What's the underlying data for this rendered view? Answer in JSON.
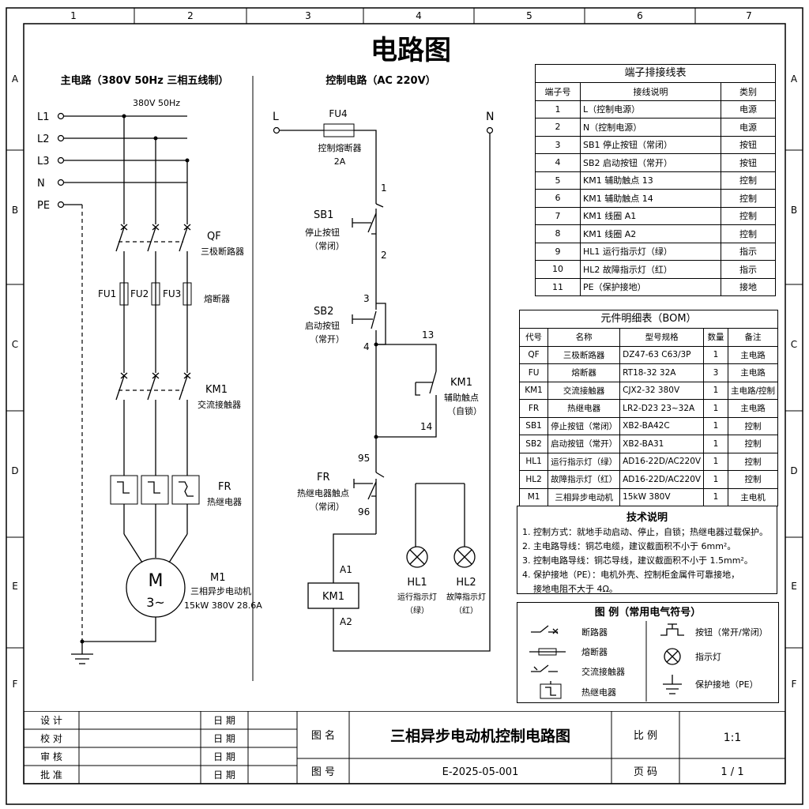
{
  "sheet": {
    "title": "电路图",
    "col_markers": [
      "1",
      "2",
      "3",
      "4",
      "5",
      "6",
      "7"
    ],
    "row_markers": [
      "A",
      "B",
      "C",
      "D",
      "E",
      "F"
    ]
  },
  "main_circuit": {
    "heading": "主电路（380V 50Hz 三相五线制）",
    "supply_label": "380V 50Hz",
    "lines": [
      "L1",
      "L2",
      "L3",
      "N",
      "PE"
    ],
    "qf": {
      "code": "QF",
      "desc": "三极断路器"
    },
    "fuses": {
      "codes": [
        "FU1",
        "FU2",
        "FU3"
      ],
      "desc": "熔断器"
    },
    "km1": {
      "code": "KM1",
      "desc": "交流接触器"
    },
    "fr": {
      "code": "FR",
      "desc": "热继电器"
    },
    "motor": {
      "symbol": "M",
      "phase": "3~",
      "code": "M1",
      "desc": "三相异步电动机",
      "rating": "15kW 380V 28.6A"
    }
  },
  "control_circuit": {
    "heading": "控制电路（AC 220V）",
    "l_label": "L",
    "n_label": "N",
    "fu4": {
      "code": "FU4",
      "desc": "控制熔断器",
      "rating": "2A"
    },
    "sb1": {
      "code": "SB1",
      "desc": "停止按钮",
      "state": "（常闭）"
    },
    "sb2": {
      "code": "SB2",
      "desc": "启动按钮",
      "state": "（常开）"
    },
    "km1_aux": {
      "code": "KM1",
      "desc": "辅助触点",
      "state": "（自锁）"
    },
    "fr_contact": {
      "code": "FR",
      "desc": "热继电器触点",
      "state": "（常闭）"
    },
    "km1_coil": {
      "code": "KM1",
      "a1": "A1",
      "a2": "A2"
    },
    "hl1": {
      "code": "HL1",
      "desc": "运行指示灯",
      "color": "（绿）"
    },
    "hl2": {
      "code": "HL2",
      "desc": "故障指示灯",
      "color": "（红）"
    },
    "nodes": {
      "n1": "1",
      "n2": "2",
      "n3": "3",
      "n4": "4",
      "n13": "13",
      "n14": "14",
      "n95": "95",
      "n96": "96"
    }
  },
  "terminal_table": {
    "title": "端子排接线表",
    "headers": [
      "端子号",
      "接线说明",
      "类别"
    ],
    "rows": [
      [
        "1",
        "L（控制电源）",
        "电源"
      ],
      [
        "2",
        "N（控制电源）",
        "电源"
      ],
      [
        "3",
        "SB1 停止按钮（常闭）",
        "按钮"
      ],
      [
        "4",
        "SB2 启动按钮（常开）",
        "按钮"
      ],
      [
        "5",
        "KM1 辅助触点 13",
        "控制"
      ],
      [
        "6",
        "KM1 辅助触点 14",
        "控制"
      ],
      [
        "7",
        "KM1 线圈 A1",
        "控制"
      ],
      [
        "8",
        "KM1 线圈 A2",
        "控制"
      ],
      [
        "9",
        "HL1 运行指示灯（绿）",
        "指示"
      ],
      [
        "10",
        "HL2 故障指示灯（红）",
        "指示"
      ],
      [
        "11",
        "PE（保护接地）",
        "接地"
      ]
    ]
  },
  "bom_table": {
    "title": "元件明细表（BOM）",
    "headers": [
      "代号",
      "名称",
      "型号规格",
      "数量",
      "备注"
    ],
    "rows": [
      [
        "QF",
        "三极断路器",
        "DZ47-63 C63/3P",
        "1",
        "主电路"
      ],
      [
        "FU",
        "熔断器",
        "RT18-32 32A",
        "3",
        "主电路"
      ],
      [
        "KM1",
        "交流接触器",
        "CJX2-32 380V",
        "1",
        "主电路/控制"
      ],
      [
        "FR",
        "热继电器",
        "LR2-D23 23~32A",
        "1",
        "主电路"
      ],
      [
        "SB1",
        "停止按钮（常闭）",
        "XB2-BA42C",
        "1",
        "控制"
      ],
      [
        "SB2",
        "启动按钮（常开）",
        "XB2-BA31",
        "1",
        "控制"
      ],
      [
        "HL1",
        "运行指示灯（绿）",
        "AD16-22D/AC220V",
        "1",
        "控制"
      ],
      [
        "HL2",
        "故障指示灯（红）",
        "AD16-22D/AC220V",
        "1",
        "控制"
      ],
      [
        "M1",
        "三相异步电动机",
        "15kW 380V",
        "1",
        "主电机"
      ]
    ]
  },
  "tech_notes": {
    "title": "技术说明",
    "items": [
      "1. 控制方式：就地手动启动、停止，自锁；热继电器过载保护。",
      "2. 主电路导线：铜芯电缆，建议截面积不小于 6mm²。",
      "3. 控制电路导线：铜芯导线，建议截面积不小于 1.5mm²。",
      "4. 保护接地（PE）：电机外壳、控制柜金属件可靠接地，",
      "    接地电阻不大于 4Ω。"
    ]
  },
  "legend": {
    "title": "图 例（常用电气符号）",
    "items": [
      "断路器",
      "熔断器",
      "交流接触器",
      "热继电器",
      "按钮（常开/常闭）",
      "指示灯",
      "保护接地（PE）"
    ]
  },
  "title_block": {
    "roles": [
      "设 计",
      "校 对",
      "审 核",
      "批 准"
    ],
    "date_label": "日 期",
    "name_label": "图 名",
    "drawing_name": "三相异步电动机控制电路图",
    "number_label": "图 号",
    "drawing_number": "E-2025-05-001",
    "scale_label": "比 例",
    "scale": "1:1",
    "page_label": "页 码",
    "page": "1 / 1"
  }
}
